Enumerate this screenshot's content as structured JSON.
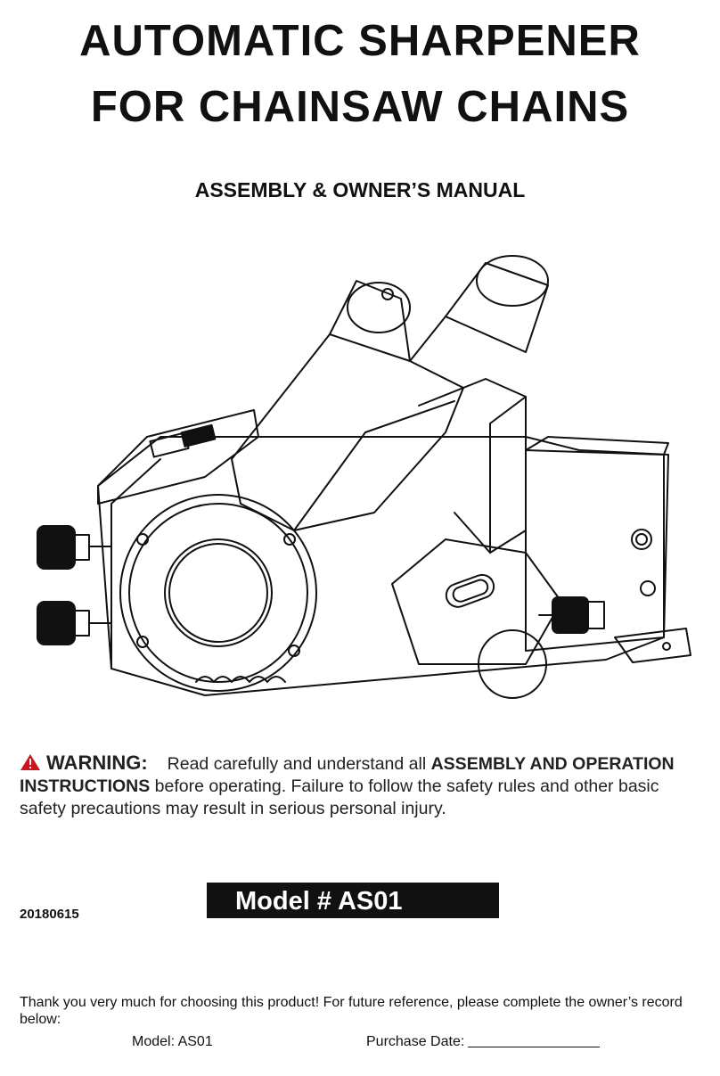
{
  "title": {
    "line1": "AUTOMATIC SHARPENER",
    "line2": "FOR CHAINSAW CHAINS"
  },
  "subtitle": "ASSEMBLY & OWNER’S MANUAL",
  "warning": {
    "icon": "warning-triangle-icon",
    "heading": "WARNING:",
    "text1": "Read carefully and understand all ",
    "bold1": "ASSEMBLY AND OPERATION INSTRUCTIONS",
    "text2": " before operating. Failure to follow the safety rules and other basic safety precautions may result in serious personal injury.",
    "icon_color": "#d0121b"
  },
  "doc_number": "20180615",
  "model_banner": "Model # AS01",
  "thanks": "Thank you very much for choosing this product! For future reference, please complete the owner’s record below:",
  "record": {
    "model": "Model: AS01",
    "purchase_date_label": "Purchase Date:"
  }
}
